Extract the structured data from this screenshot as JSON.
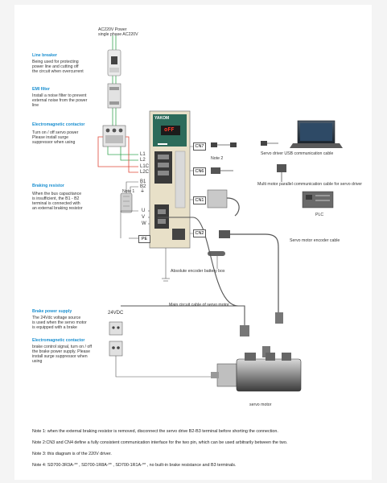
{
  "power": {
    "title": "AC220V Power",
    "subtitle": "single phase AC220V"
  },
  "components": {
    "line_breaker": {
      "title": "Line breaker",
      "desc": [
        "Being used for protecting",
        "power line and cutting off",
        "the circuit when overcurrent"
      ]
    },
    "emi_filter": {
      "title": "EMI filter",
      "desc": [
        "Install a noise filter to prevent",
        "external noise from the power",
        "line"
      ]
    },
    "contactor": {
      "title": "Electromagnetic contactor",
      "desc": [
        "Turn on / off servo power",
        "Please install surge",
        "suppressor when using"
      ]
    },
    "braking_resistor": {
      "title": "Braking resistor",
      "desc": [
        "When the bus capacitance",
        "is insufficient, the B1 - B2",
        "terminal is connected with",
        "an external braking resistor"
      ]
    },
    "brake_power": {
      "title": "Brake power supply",
      "desc": [
        "The 24Vdc voltage source",
        "is used when the servo motor",
        "is equipped with a brake"
      ]
    },
    "brake_contactor": {
      "title": "Electromagnetic contactor",
      "desc": [
        "brake control signal, turn on / off",
        "the brake power supply. Please",
        "install surge suppressor when",
        "using"
      ]
    }
  },
  "terminals": {
    "l1": "L1",
    "l2": "L2",
    "l1c": "L1C",
    "l2c": "L2C",
    "b1": "B1",
    "b2": "B2",
    "gnd": "⏚",
    "u": "U",
    "v": "V",
    "w": "W",
    "pe": "PE"
  },
  "connectors": {
    "cn7": "CN7",
    "cn6": "CN6",
    "cn1": "CN1",
    "cn2": "CN2"
  },
  "drive": {
    "brand": "YAKOM",
    "display": "oFF"
  },
  "labels": {
    "note1": "Note 1",
    "note2": "Note 2",
    "usb_cable": "Servo driver USB communication cable",
    "multi_cable": "Multi motor parallel communication cable for servo driver",
    "plc": "PLC",
    "encoder_cable": "Servo motor encoder cable",
    "battery_box": "Absolute encoder battery box",
    "main_cable": "Main circuit cable of servo motor",
    "vdc24": "24VDC",
    "motor": "servo motor"
  },
  "notes": [
    "Note 1: when the external braking resistor is removed, disconnect the servo drive B2-B3 terminal before shorting the connection.",
    "Note 2:CN3 and CN4 define a fully consistent communication interface for the two pin, which can be used arbitrarily between the two.",
    "Note 3: this diagram is of the 220V driver.",
    "Note 4: SD700-3R3A-** , SD700-1R8A-** , SD700-1R1A-** , no built-in brake resistance and B3 terminals."
  ],
  "colors": {
    "accent": "#1a8fd0",
    "wire_green": "#3aa655",
    "wire_red": "#e04a3a",
    "drive_body": "#e8e0c8",
    "drive_panel": "#2c6b5a"
  }
}
